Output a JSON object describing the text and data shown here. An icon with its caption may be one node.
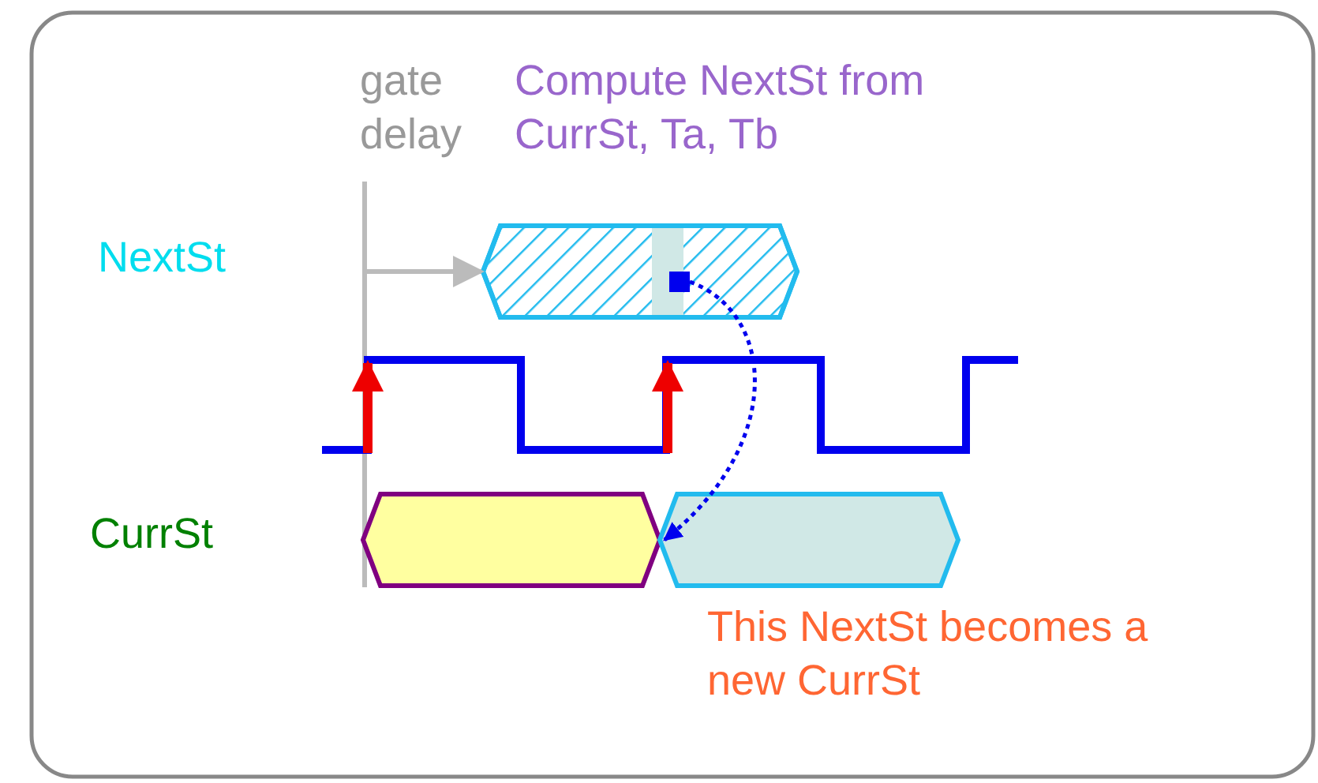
{
  "diagram": {
    "nodes": [
      {
        "text": [],
        "shape": "hexagon"
      },
      {
        "text": [],
        "shape": "box",
        "in": 0
      },
      {
        "text": [],
        "shape": "hexagon"
      },
      {
        "text": [],
        "shape": "hexagon"
      }
    ],
    "edges": [
      {
        "from": null,
        "to": 0,
        "arrow": "to",
        "color": "#bbbbbb"
      },
      {
        "from": 1,
        "to": 3,
        "arrow": "to",
        "style": "dashed",
        "color": "#0000ee"
      }
    ],
    "labels": [
      "gate delay",
      "Compute NextSt from CurrSt, Ta, Tb",
      "NextSt",
      "CurrSt",
      "This NextSt becomes a new CurrSt"
    ]
  }
}
